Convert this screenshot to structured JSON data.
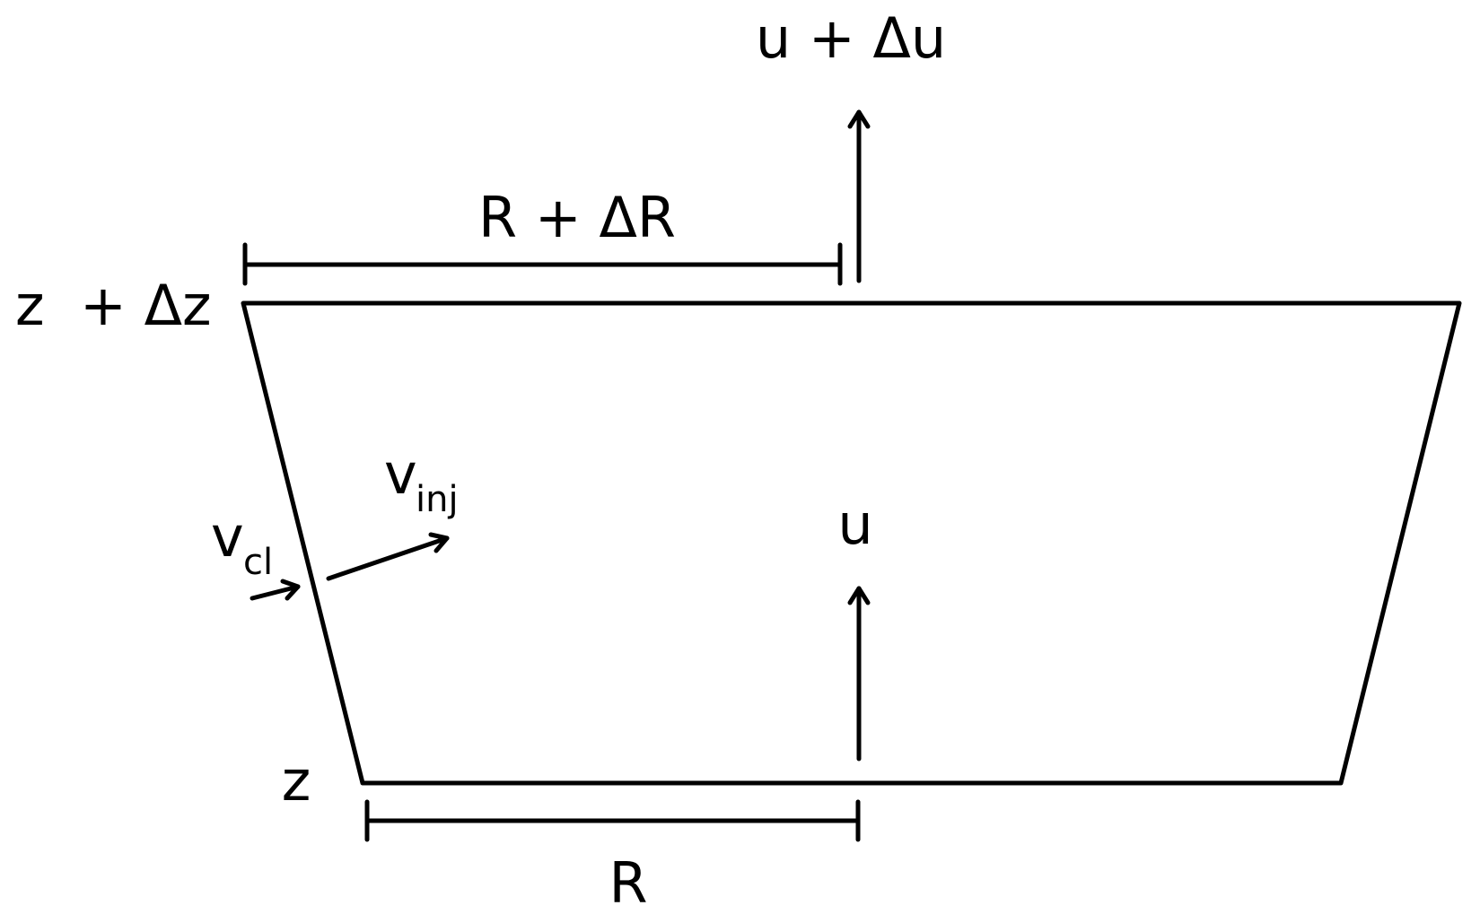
{
  "diagram": {
    "labels": {
      "top_velocity": "u + Δu",
      "top_radius": "R + ΔR",
      "top_height": "z  + Δz",
      "center_velocity": "u",
      "bottom_height": "z",
      "bottom_radius": "R",
      "v_inj_main": "v",
      "v_inj_sub": "inj",
      "v_cl_main": "v",
      "v_cl_sub": "cl"
    }
  }
}
